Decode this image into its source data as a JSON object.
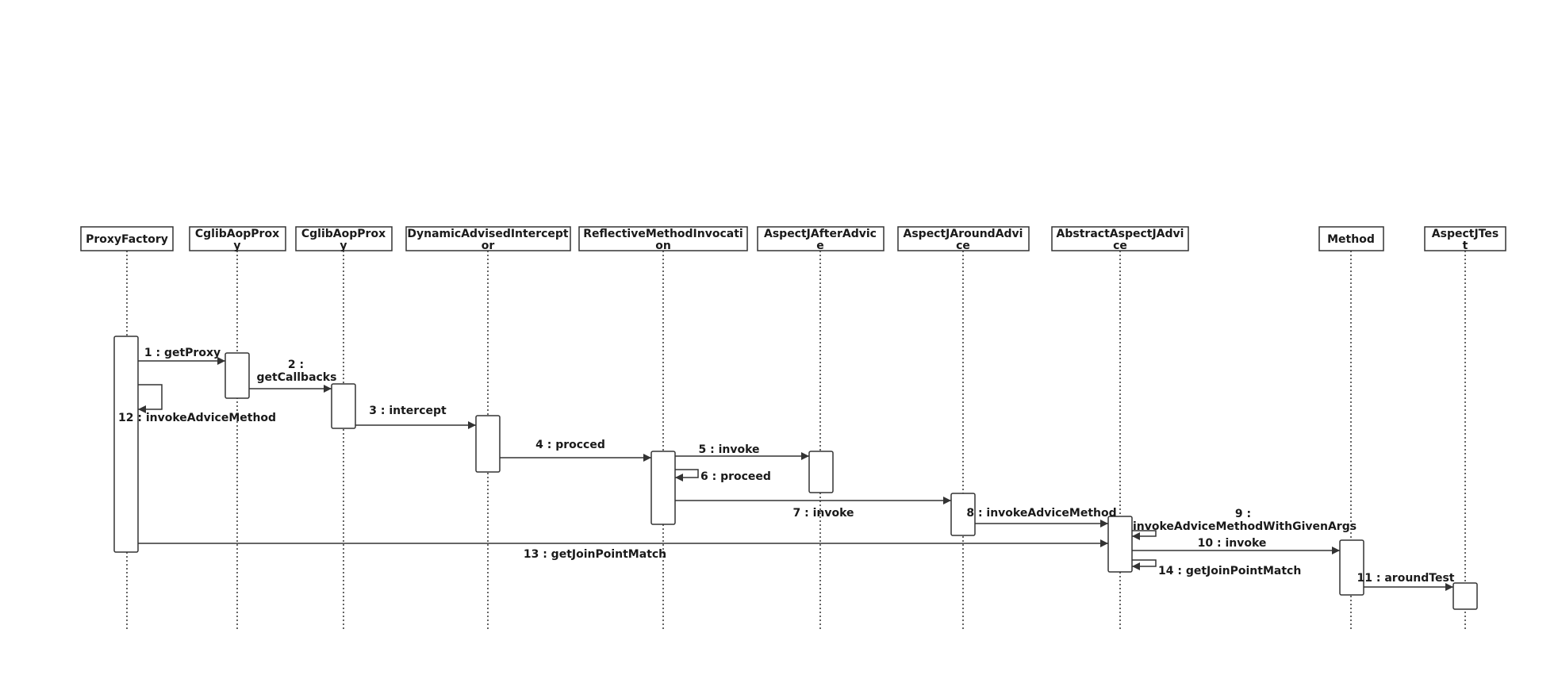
{
  "diagram": {
    "participants": [
      {
        "id": "p1",
        "lines": [
          "ProxyFactory"
        ]
      },
      {
        "id": "p2",
        "lines": [
          "CglibAopProx",
          "y"
        ]
      },
      {
        "id": "p3",
        "lines": [
          "CglibAopProx",
          "y"
        ]
      },
      {
        "id": "p4",
        "lines": [
          "DynamicAdvisedIntercept",
          "or"
        ]
      },
      {
        "id": "p5",
        "lines": [
          "ReflectiveMethodInvocati",
          "on"
        ]
      },
      {
        "id": "p6",
        "lines": [
          "AspectJAfterAdvic",
          "e"
        ]
      },
      {
        "id": "p7",
        "lines": [
          "AspectJAroundAdvi",
          "ce"
        ]
      },
      {
        "id": "p8",
        "lines": [
          "AbstractAspectJAdvi",
          "ce"
        ]
      },
      {
        "id": "p9",
        "lines": [
          "Method"
        ]
      },
      {
        "id": "p10",
        "lines": [
          "AspectJTes",
          "t"
        ]
      }
    ],
    "messages": [
      {
        "id": "m1",
        "lines": [
          "1 : getProxy"
        ]
      },
      {
        "id": "m2",
        "lines": [
          "2 :",
          "getCallbacks"
        ]
      },
      {
        "id": "m3",
        "lines": [
          "3 : intercept"
        ]
      },
      {
        "id": "m4",
        "lines": [
          "4 : procced"
        ]
      },
      {
        "id": "m5",
        "lines": [
          "5 : invoke"
        ]
      },
      {
        "id": "m6",
        "lines": [
          "6 : proceed"
        ]
      },
      {
        "id": "m7",
        "lines": [
          "7 : invoke"
        ]
      },
      {
        "id": "m8",
        "lines": [
          "8 : invokeAdviceMethod"
        ]
      },
      {
        "id": "m9",
        "lines": [
          "9 :",
          "invokeAdviceMethodWithGivenArgs"
        ]
      },
      {
        "id": "m10",
        "lines": [
          "10 : invoke"
        ]
      },
      {
        "id": "m11",
        "lines": [
          "11 : aroundTest"
        ]
      },
      {
        "id": "m12",
        "lines": [
          "12 : invokeAdviceMethod"
        ]
      },
      {
        "id": "m13",
        "lines": [
          "13 : getJoinPointMatch"
        ]
      },
      {
        "id": "m14",
        "lines": [
          "14 : getJoinPointMatch"
        ]
      }
    ],
    "colors": {
      "line": "#333333",
      "text": "#1a1a1a",
      "box_fill": "#ffffff"
    }
  }
}
